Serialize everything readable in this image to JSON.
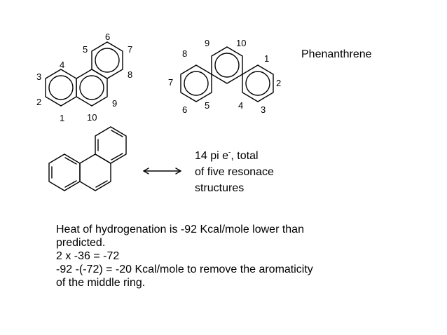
{
  "title": "Phenanthrene",
  "left_structure": {
    "labels": {
      "n1": "1",
      "n2": "2",
      "n3": "3",
      "n4": "4",
      "n5": "5",
      "n6": "6",
      "n7": "7",
      "n8": "8",
      "n9": "9",
      "n10": "10"
    }
  },
  "right_structure": {
    "labels": {
      "n1": "1",
      "n2": "2",
      "n3": "3",
      "n4": "4",
      "n5": "5",
      "n6": "6",
      "n7": "7",
      "n8": "8",
      "n9": "9",
      "n10": "10"
    }
  },
  "pi_text": {
    "line1_prefix": "14 pi e",
    "line1_sup": "-",
    "line1_suffix": ", total",
    "line2": "of five resonace",
    "line3": "structures"
  },
  "heat_text": {
    "line1": "Heat of hydrogenation is -92 Kcal/mole lower than",
    "line2": "predicted.",
    "line3": "2 x -36 = -72",
    "line4": "-92 -(-72) = -20 Kcal/mole to remove the aromaticity",
    "line5": "of the middle ring."
  }
}
